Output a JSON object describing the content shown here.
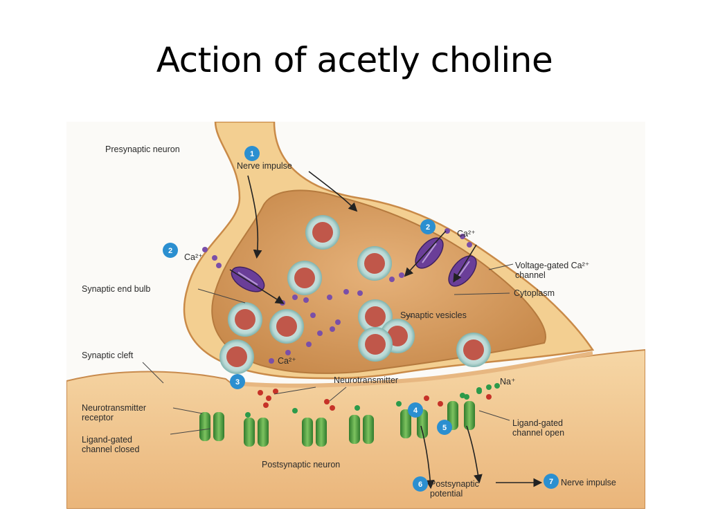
{
  "slide": {
    "title": "Action of acetly choline"
  },
  "diagram": {
    "labels": {
      "presynaptic_neuron": "Presynaptic neuron",
      "nerve_impulse_top": "Nerve impulse",
      "ca_left": "Ca²⁺",
      "ca_right": "Ca²⁺",
      "ca_bottom": "Ca²⁺",
      "voltage_gated_1": "Voltage-gated Ca²⁺",
      "voltage_gated_2": "channel",
      "cytoplasm": "Cytoplasm",
      "synaptic_end_bulb": "Synaptic end bulb",
      "synaptic_vesicles": "Synaptic vesicles",
      "synaptic_cleft": "Synaptic cleft",
      "neurotransmitter": "Neurotransmitter",
      "na": "Na⁺",
      "nt_receptor_1": "Neurotransmitter",
      "nt_receptor_2": "receptor",
      "ligand_closed_1": "Ligand-gated",
      "ligand_closed_2": "channel closed",
      "ligand_open_1": "Ligand-gated",
      "ligand_open_2": "channel open",
      "postsynaptic_neuron": "Postsynaptic neuron",
      "postsynaptic_potential_1": "Postsynaptic",
      "postsynaptic_potential_2": "potential",
      "nerve_impulse_bottom": "Nerve impulse"
    },
    "steps": [
      "1",
      "2",
      "2",
      "3",
      "4",
      "5",
      "6",
      "7"
    ],
    "colors": {
      "neuron_fill": "#f2c98a",
      "cytoplasm": "#dba56a",
      "vesicle_core": "#c0574a",
      "calcium": "#7a4fa8",
      "channel": "#5aa84a",
      "step_badge": "#2b8fd0"
    }
  }
}
